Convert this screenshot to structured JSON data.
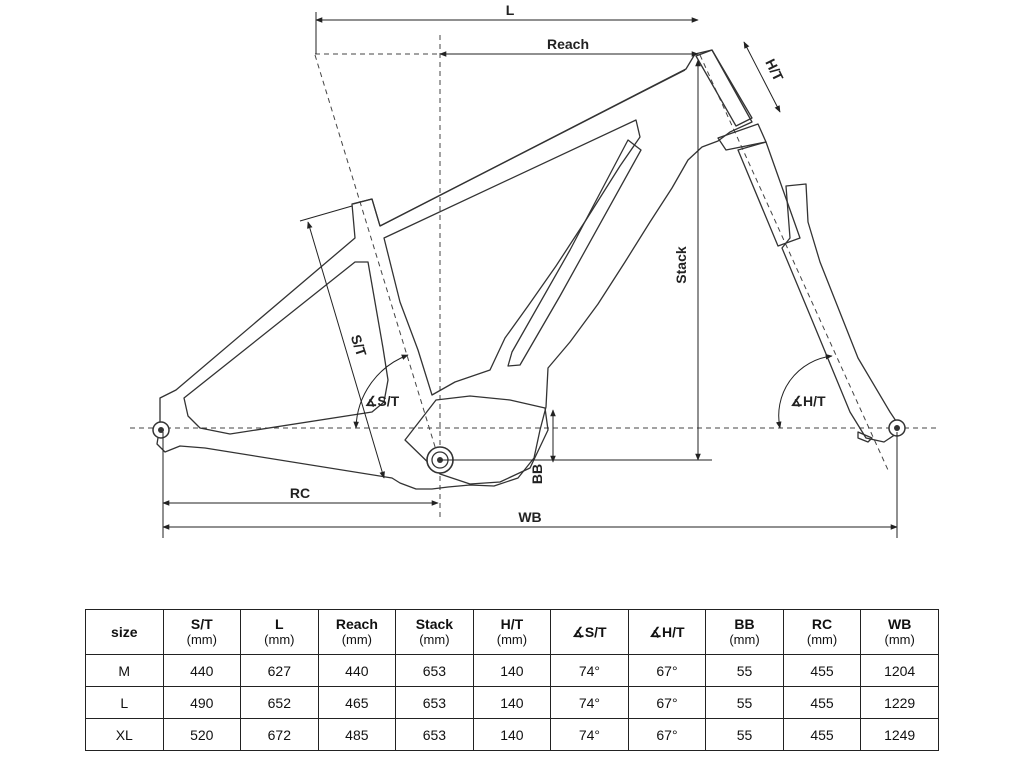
{
  "labels": {
    "L": "L",
    "Reach": "Reach",
    "HT": "H/T",
    "Stack": "Stack",
    "ST": "S/T",
    "ST_angle": "∡S/T",
    "HT_angle": "∡H/T",
    "BB": "BB",
    "RC": "RC",
    "WB": "WB"
  },
  "table": {
    "headers": [
      {
        "main": "size",
        "unit": ""
      },
      {
        "main": "S/T",
        "unit": "(mm)"
      },
      {
        "main": "L",
        "unit": "(mm)"
      },
      {
        "main": "Reach",
        "unit": "(mm)"
      },
      {
        "main": "Stack",
        "unit": "(mm)"
      },
      {
        "main": "H/T",
        "unit": "(mm)"
      },
      {
        "main": "∡S/T",
        "unit": ""
      },
      {
        "main": "∡H/T",
        "unit": ""
      },
      {
        "main": "BB",
        "unit": "(mm)"
      },
      {
        "main": "RC",
        "unit": "(mm)"
      },
      {
        "main": "WB",
        "unit": "(mm)"
      }
    ],
    "rows": [
      [
        "M",
        "440",
        "627",
        "440",
        "653",
        "140",
        "74°",
        "67°",
        "55",
        "455",
        "1204"
      ],
      [
        "L",
        "490",
        "652",
        "465",
        "653",
        "140",
        "74°",
        "67°",
        "55",
        "455",
        "1229"
      ],
      [
        "XL",
        "520",
        "672",
        "485",
        "653",
        "140",
        "74°",
        "67°",
        "55",
        "455",
        "1249"
      ]
    ]
  }
}
